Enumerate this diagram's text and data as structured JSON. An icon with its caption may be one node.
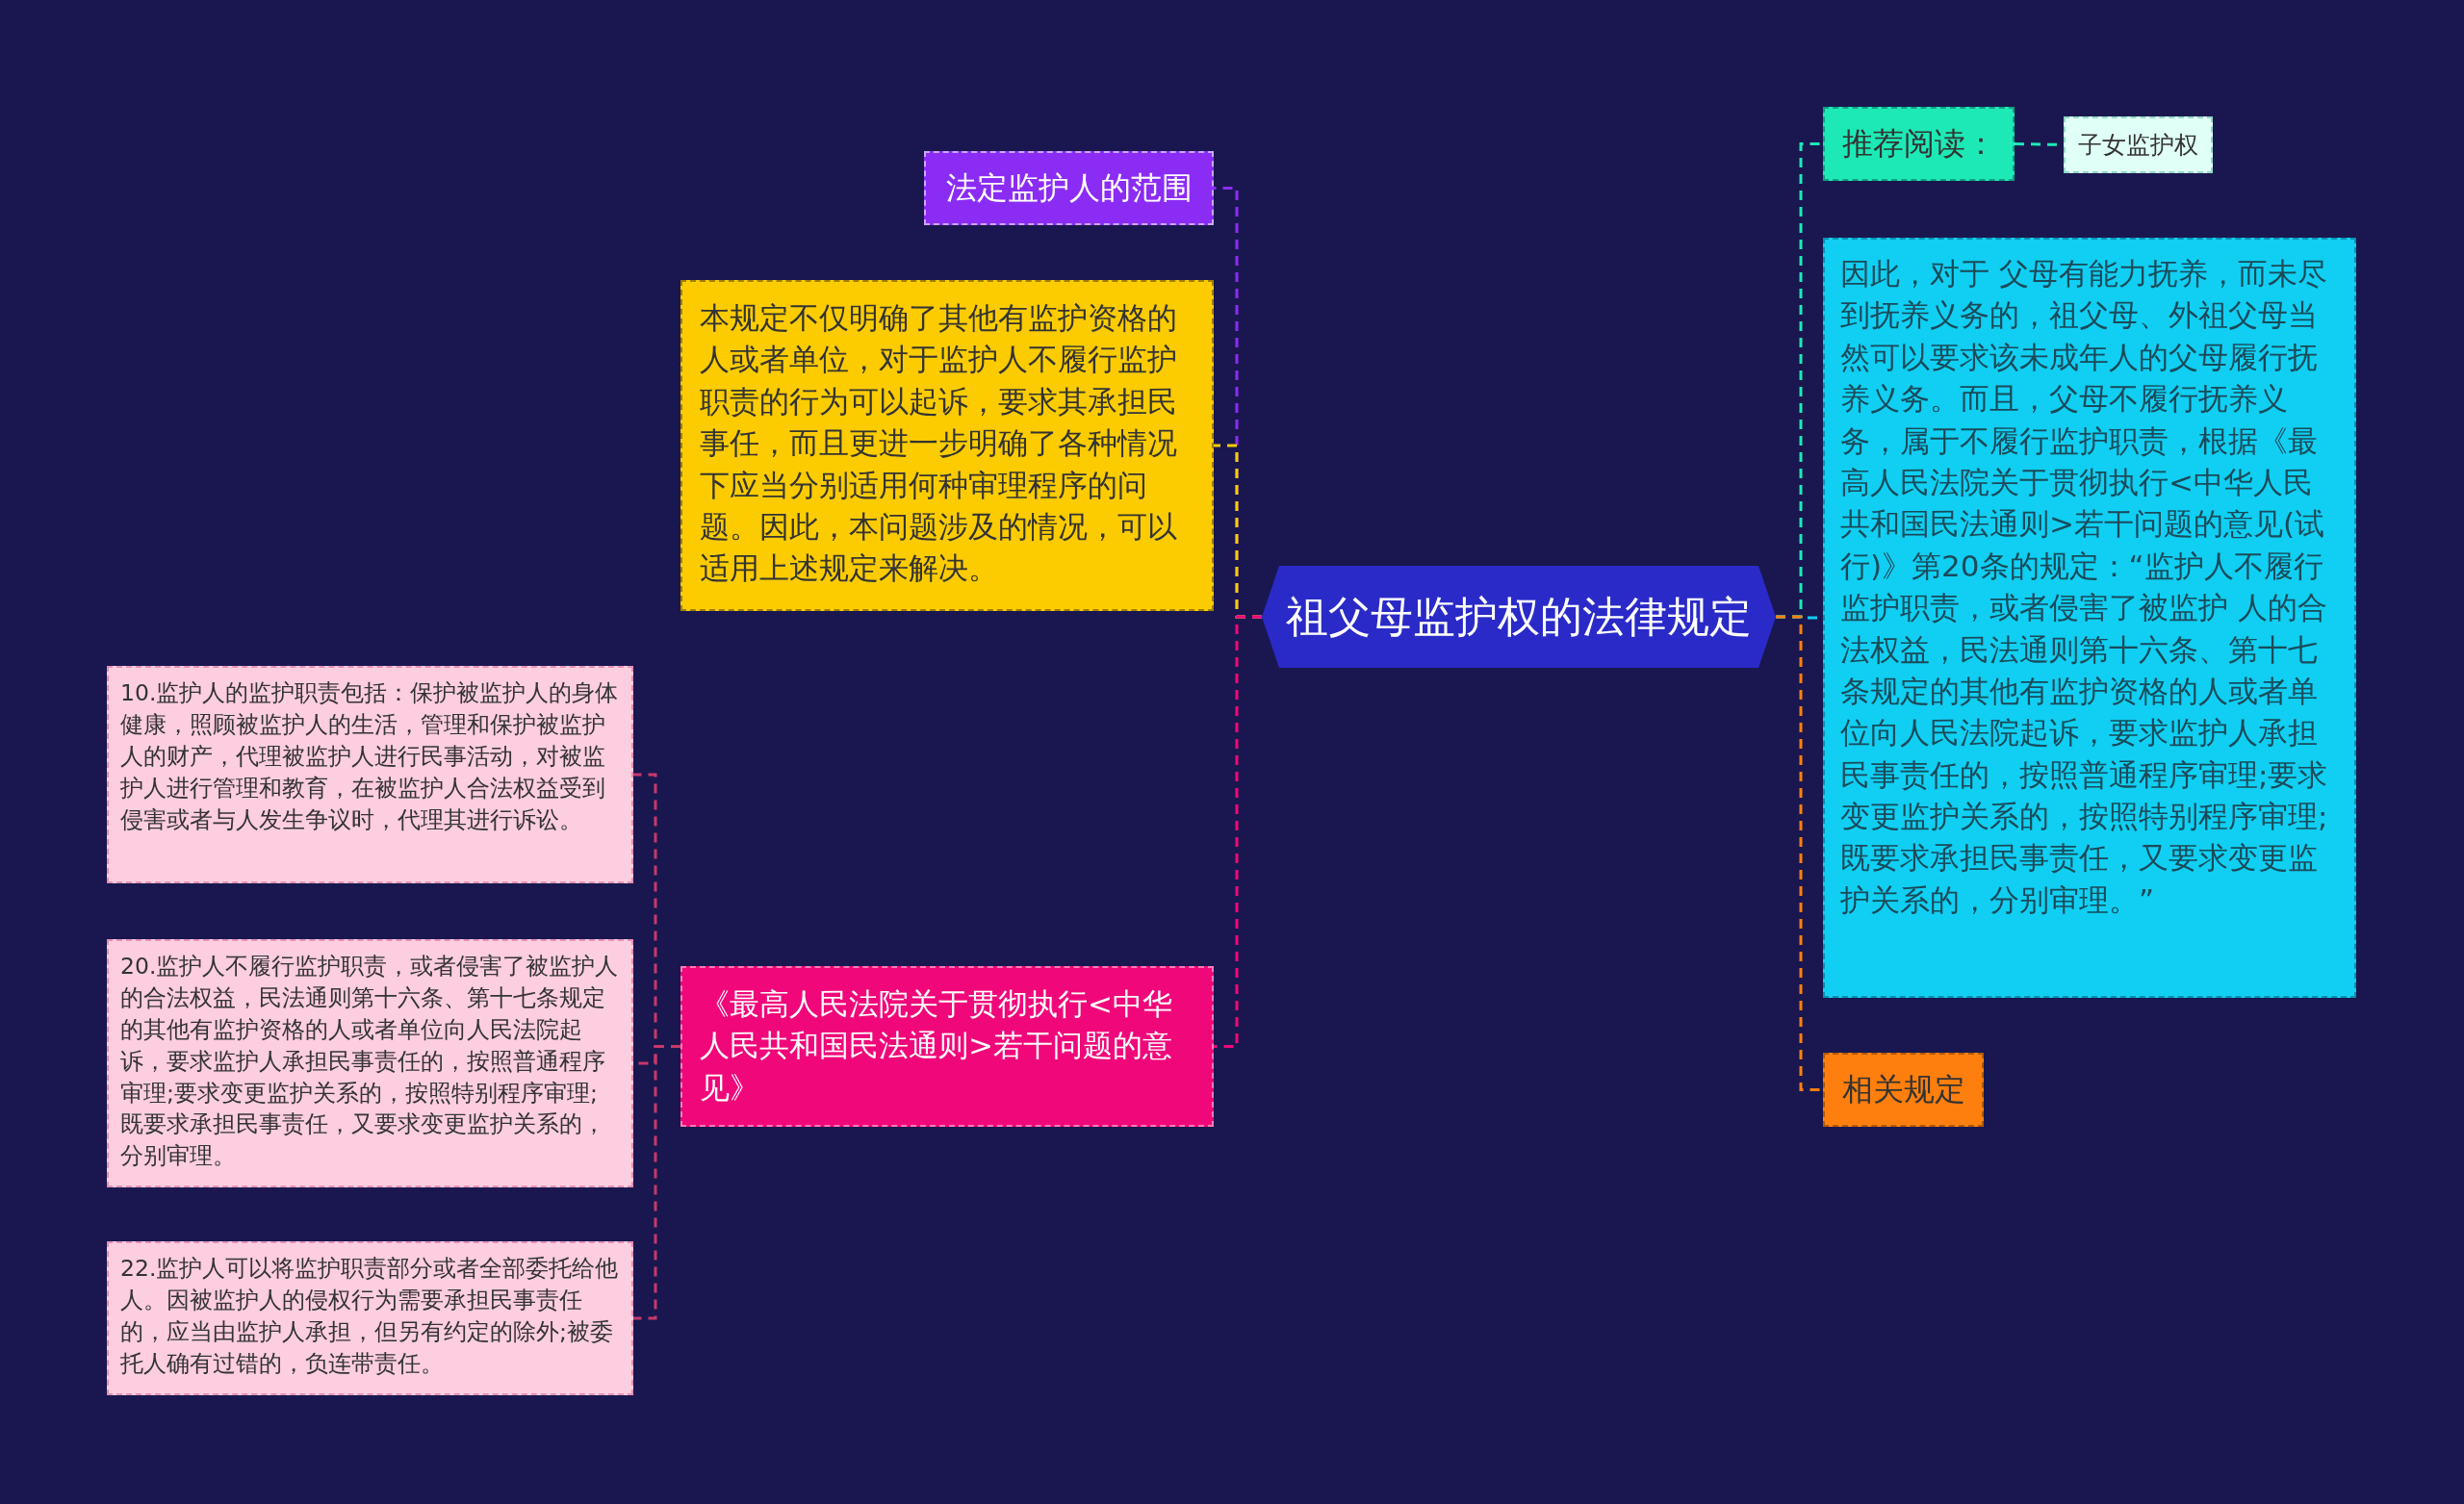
{
  "diagram": {
    "nodes": [
      {
        "text": [
          "祖父母监护权的法律规定"
        ]
      },
      {
        "text": [
          "法定监护人的范围"
        ]
      },
      {
        "text": [
          "本规定不仅明确了其他有监护资格的人或者单位，对于监护人不履行监护职责的行为可以起诉，要求其承担民事任，而且更进一步明确了各种情况下应当分别适用何种审理程序的问题。因此，本问题涉及的情况，可以适用上述规定来解决。"
        ]
      },
      {
        "text": [
          "《最高人民法院关于贯彻执行<中华人民共和国民法通则>若干问题的意见》"
        ]
      },
      {
        "text": [
          "10.监护人的监护职责包括：保护被监护人的身体健康，照顾被监护人的生活，管理和保护被监护人的财产，代理被监护人进行民事活动，对被监护人进行管理和教育，在被监护人合法权益受到侵害或者与人发生争议时，代理其进行诉讼。"
        ]
      },
      {
        "text": [
          "20.监护人不履行监护职责，或者侵害了被监护人的合法权益，民法通则第十六条、第十七条规定的其他有监护资格的人或者单位向人民法院起诉，要求监护人承担民事责任的，按照普通程序审理;要求变更监护关系的，按照特别程序审理;既要求承担民事责任，又要求变更监护关系的，分别审理。"
        ]
      },
      {
        "text": [
          "22.监护人可以将监护职责部分或者全部委托给他人。因被监护人的侵权行为需要承担民事责任的，应当由监护人承担，但另有约定的除外;被委托人确有过错的，负连带责任。"
        ]
      },
      {
        "text": [
          "推荐阅读："
        ]
      },
      {
        "text": [
          "子女监护权"
        ]
      },
      {
        "text": [
          "因此，对于 父母有能力抚养，而未尽到抚养义务的，祖父母、外祖父母当然可以要求该未成年人的父母履行抚养义务。而且，父母不履行抚养义务，属于不履行监护职责，根据《最高人民法院关于贯彻执行<中华人民共和国民法通则>若干问题的意见(试行)》第20条的规定：“监护人不履行监护职责，或者侵害了被监护 人的合法权益，民法通则第十六条、第十七条规定的其他有监护资格的人或者单位向人民法院起诉，要求监护人承担民事责任的，按照普通程序审理;要求变更监护关系的，按照特别程序审理;既要求承担民事责任，又要求变更监护关系的，分别审理。”"
        ]
      },
      {
        "text": [
          "相关规定"
        ]
      }
    ],
    "edges": [
      {
        "from": 0,
        "to": 1,
        "arrow": "none",
        "style": "dashed",
        "color": "#8b2cf5"
      },
      {
        "from": 0,
        "to": 2,
        "arrow": "none",
        "style": "dashed",
        "color": "#fccc00"
      },
      {
        "from": 0,
        "to": 3,
        "arrow": "none",
        "style": "dashed",
        "color": "#f0087a"
      },
      {
        "from": 3,
        "to": 4,
        "arrow": "none",
        "style": "dashed",
        "color": "#c8386a"
      },
      {
        "from": 3,
        "to": 5,
        "arrow": "none",
        "style": "dashed",
        "color": "#c8386a"
      },
      {
        "from": 3,
        "to": 6,
        "arrow": "none",
        "style": "dashed",
        "color": "#c8386a"
      },
      {
        "from": 0,
        "to": 7,
        "arrow": "none",
        "style": "dashed",
        "color": "#1de9b6"
      },
      {
        "from": 7,
        "to": 8,
        "arrow": "none",
        "style": "dashed",
        "color": "#1de9b6"
      },
      {
        "from": 0,
        "to": 9,
        "arrow": "none",
        "style": "dashed",
        "color": "#10cff2"
      },
      {
        "from": 0,
        "to": 10,
        "arrow": "none",
        "style": "dashed",
        "color": "#ff7f0e"
      }
    ]
  }
}
